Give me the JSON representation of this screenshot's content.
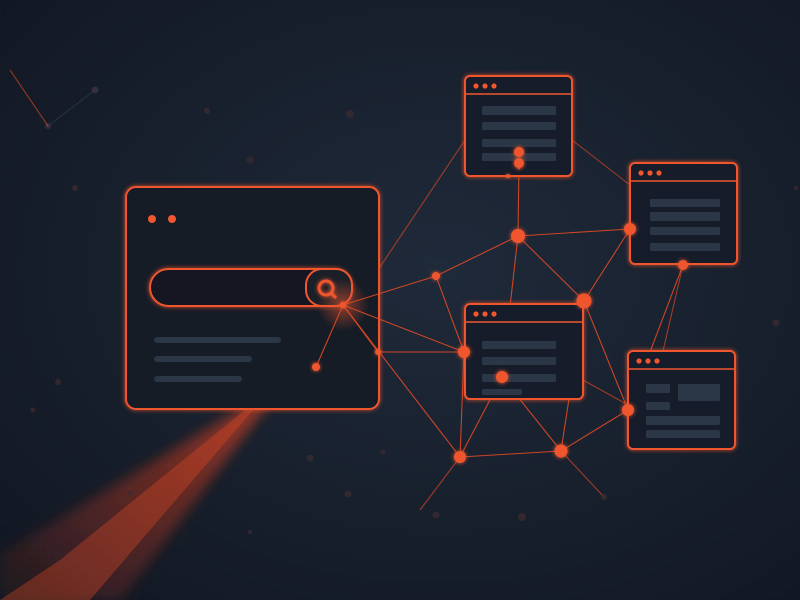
{
  "colors": {
    "background": "#141b27",
    "background_glow": "#1f2a3a",
    "accent": "#f0572f",
    "accent_soft": "#e24a25",
    "beam": "#d83a1c",
    "placeholder_bar": "#2b3646",
    "placeholder_bar_light": "#323e50",
    "dust": "#3a2a30"
  },
  "icons": {
    "search": "search-icon",
    "window_dots": "window-dots-icon"
  },
  "search_window": {
    "name": "search-browser-window",
    "dot_count": 2
  },
  "web_pages": [
    {
      "name": "web-page-1",
      "dot_count": 3
    },
    {
      "name": "web-page-2",
      "dot_count": 3
    },
    {
      "name": "web-page-3",
      "dot_count": 3
    },
    {
      "name": "web-page-4",
      "dot_count": 3
    }
  ],
  "network": {
    "node_count": 12,
    "edge_count": 26
  }
}
